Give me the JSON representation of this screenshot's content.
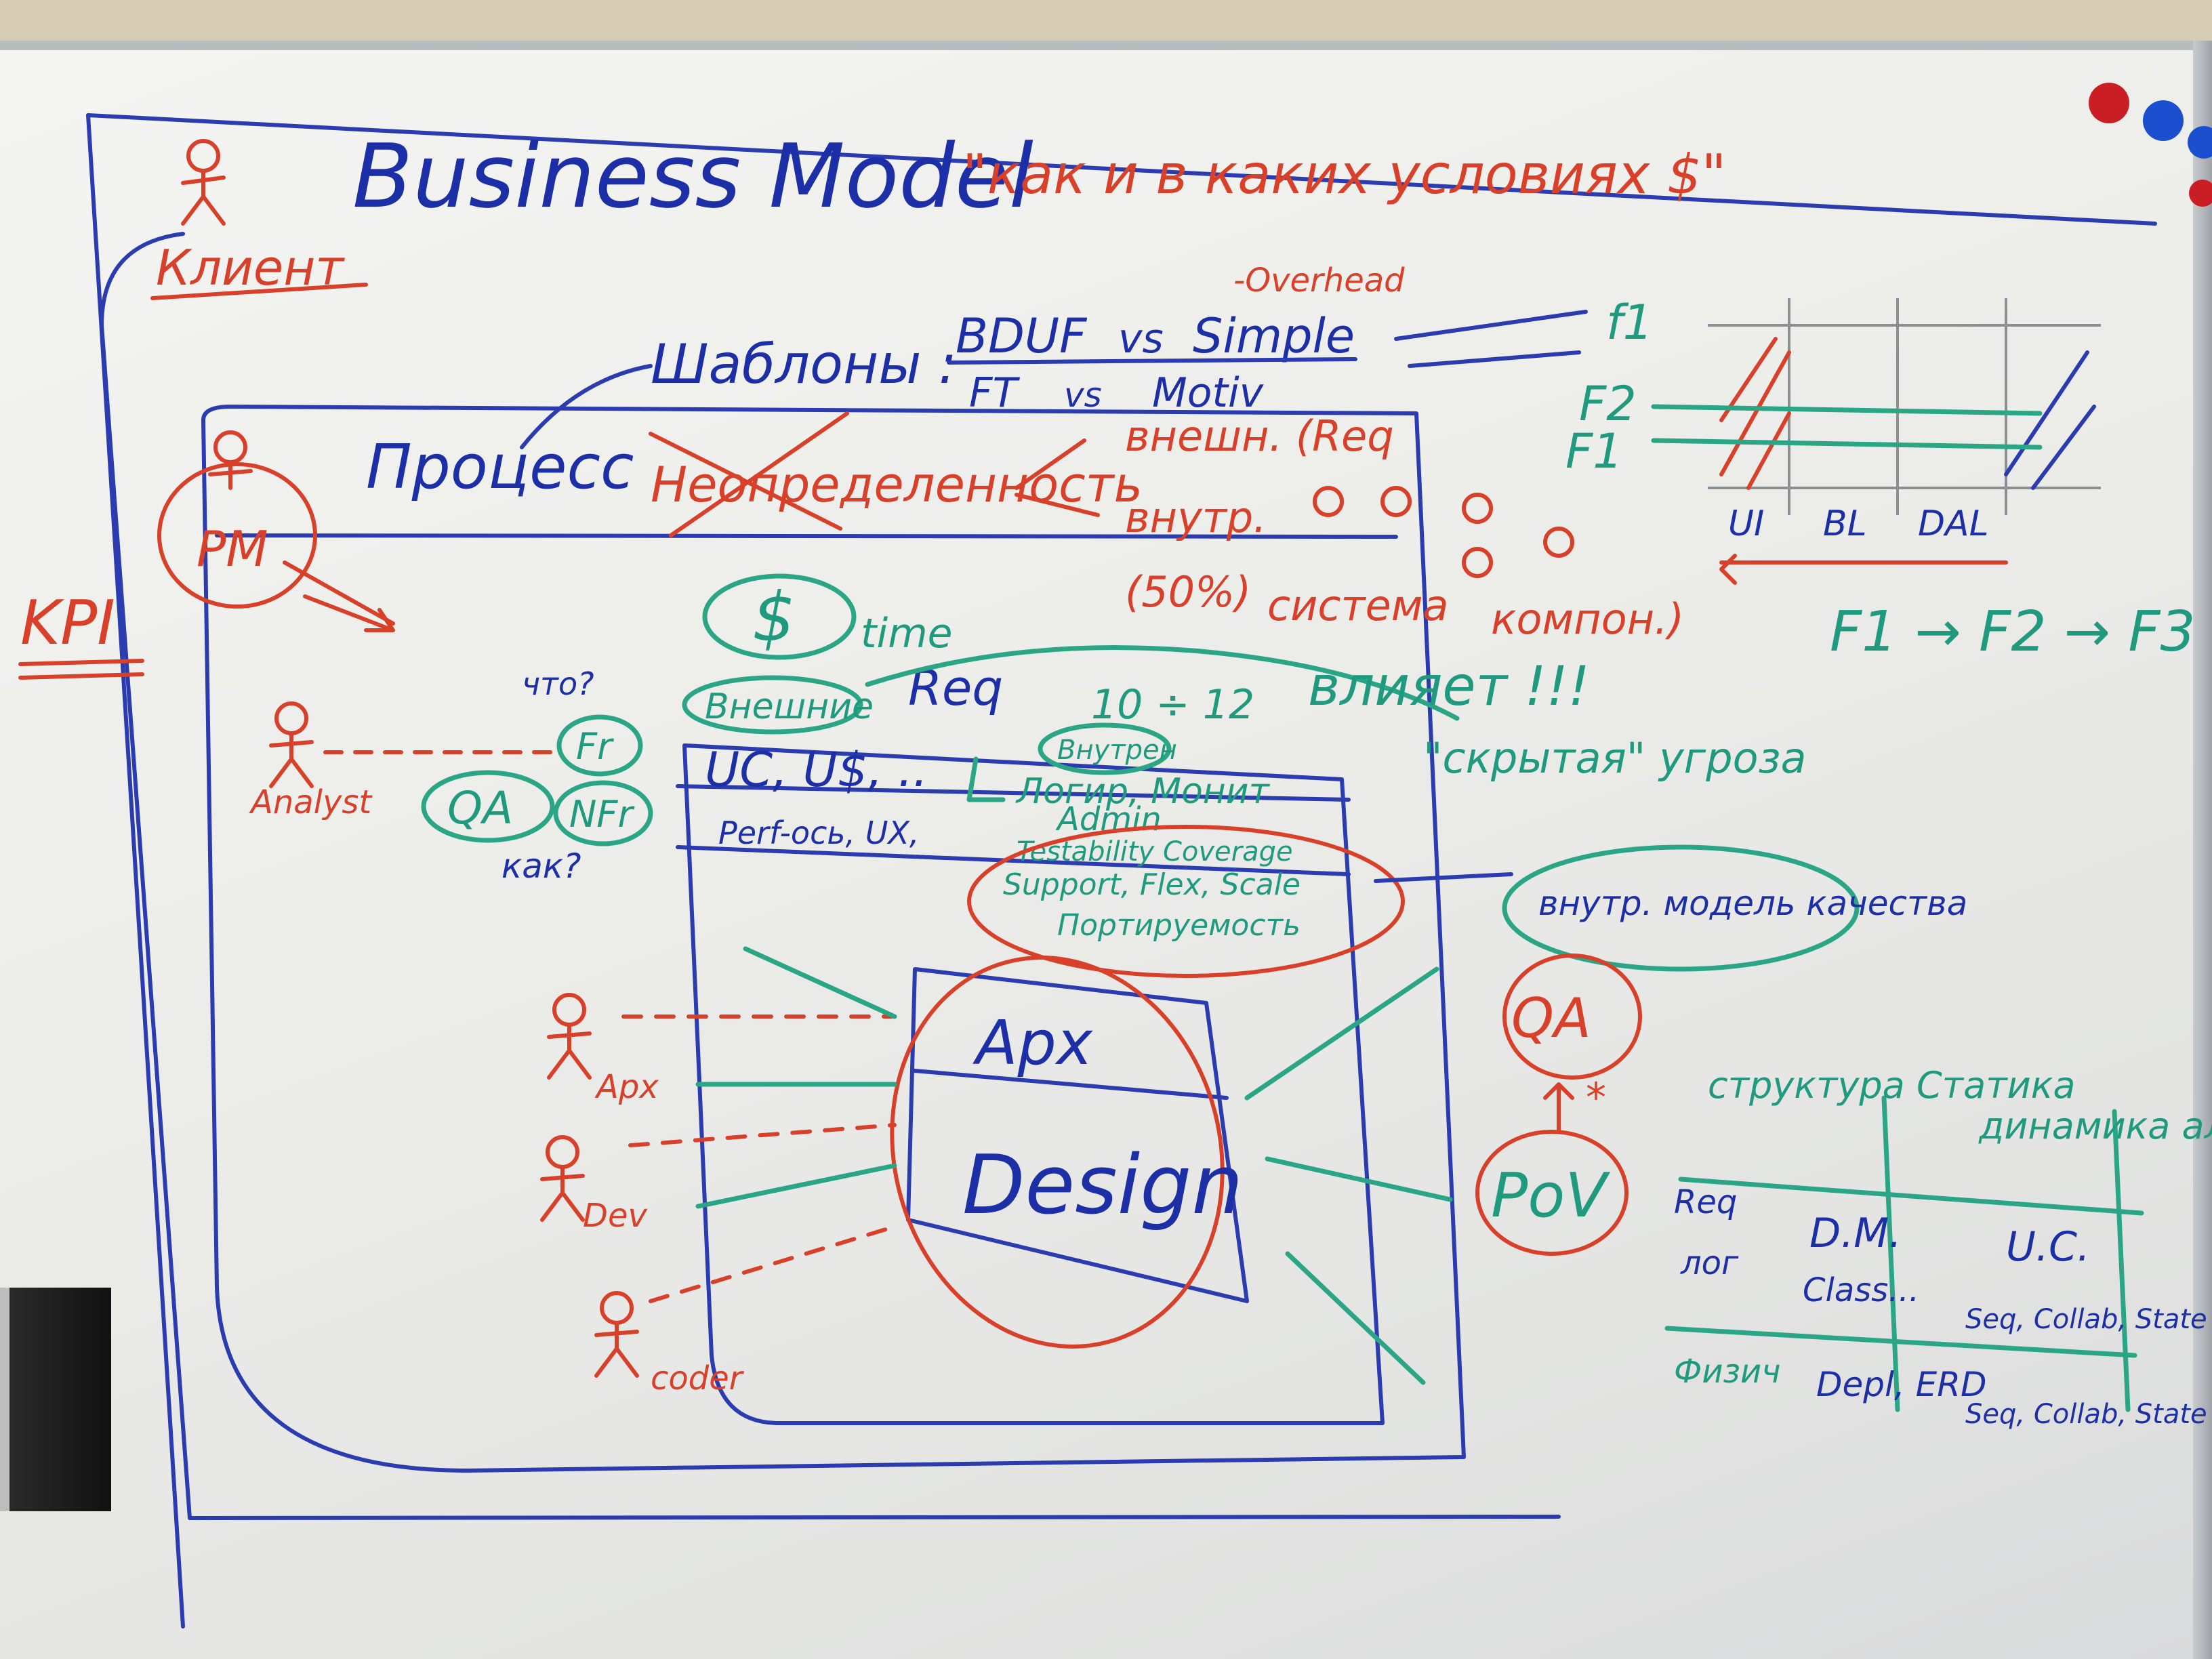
{
  "title": {
    "main": "Business Model",
    "subtitle": "\"как и в каких условиях $\""
  },
  "labels": {
    "client": "Клиент",
    "kpi": "KPI",
    "pm": "PM",
    "process": "Процесс",
    "uncertainty": "Неопределенность",
    "templates": "Шаблоны :",
    "bduf": "BDUF",
    "vs1": "vs",
    "simple": "Simple",
    "overhead": "-Overhead",
    "ft": "FT",
    "vs2": "vs",
    "motiv": "Motiv",
    "external_req": "внешн. (Req",
    "internal": "внутр.",
    "fifty": "(50%)",
    "system": "система",
    "compon": "компон.)",
    "dollar": "$",
    "time": "time",
    "external": "Внешние",
    "req": "Req",
    "influence": "влияет !!!",
    "ten_twelve": "10 ÷ 12",
    "internal_q": "Внутрен",
    "hidden_threat": "\"скрытая\" угроза",
    "what": "что?",
    "how": "как?",
    "fr": "Fr",
    "nfr": "NFr",
    "qa_left": "QA",
    "analyst": "Analyst",
    "uc": "UC, U$, ..",
    "perf": "Perf-ось, UX,",
    "logging": "Логир, Монит",
    "admin": "Admin",
    "testability": "Testability Coverage",
    "support": "Support, Flex, Scale",
    "portability": "Портируемость",
    "inner_model": "внутр. модель качества",
    "qa_right": "QA",
    "pov": "PoV",
    "arch": "Арх",
    "design": "Design",
    "role_arch": "Арх",
    "role_dev": "Dev",
    "role_coder": "coder",
    "flow": "F1 → F2 → F3",
    "f1": "F1",
    "f2": "F2",
    "f1_small": "f1",
    "ui": "UI",
    "bl": "BL",
    "dal": "DAL",
    "star": "*"
  },
  "grid": {
    "col_static": "структура Статика",
    "col_dynamic": "динамика алгоритм",
    "rows": [
      {
        "head": "Req",
        "static": "D.M.",
        "dynamic": "U.C."
      },
      {
        "head": "лог",
        "static": "Class...",
        "dynamic": "Seq, Collab, State"
      },
      {
        "head": "Физич",
        "static": "Depl, ERD",
        "dynamic": "Seq, Collab, State"
      }
    ]
  },
  "colors": {
    "blue": "#1d2fa6",
    "red": "#d8402a",
    "green": "#1f9a7e",
    "board": "#ededeb"
  }
}
